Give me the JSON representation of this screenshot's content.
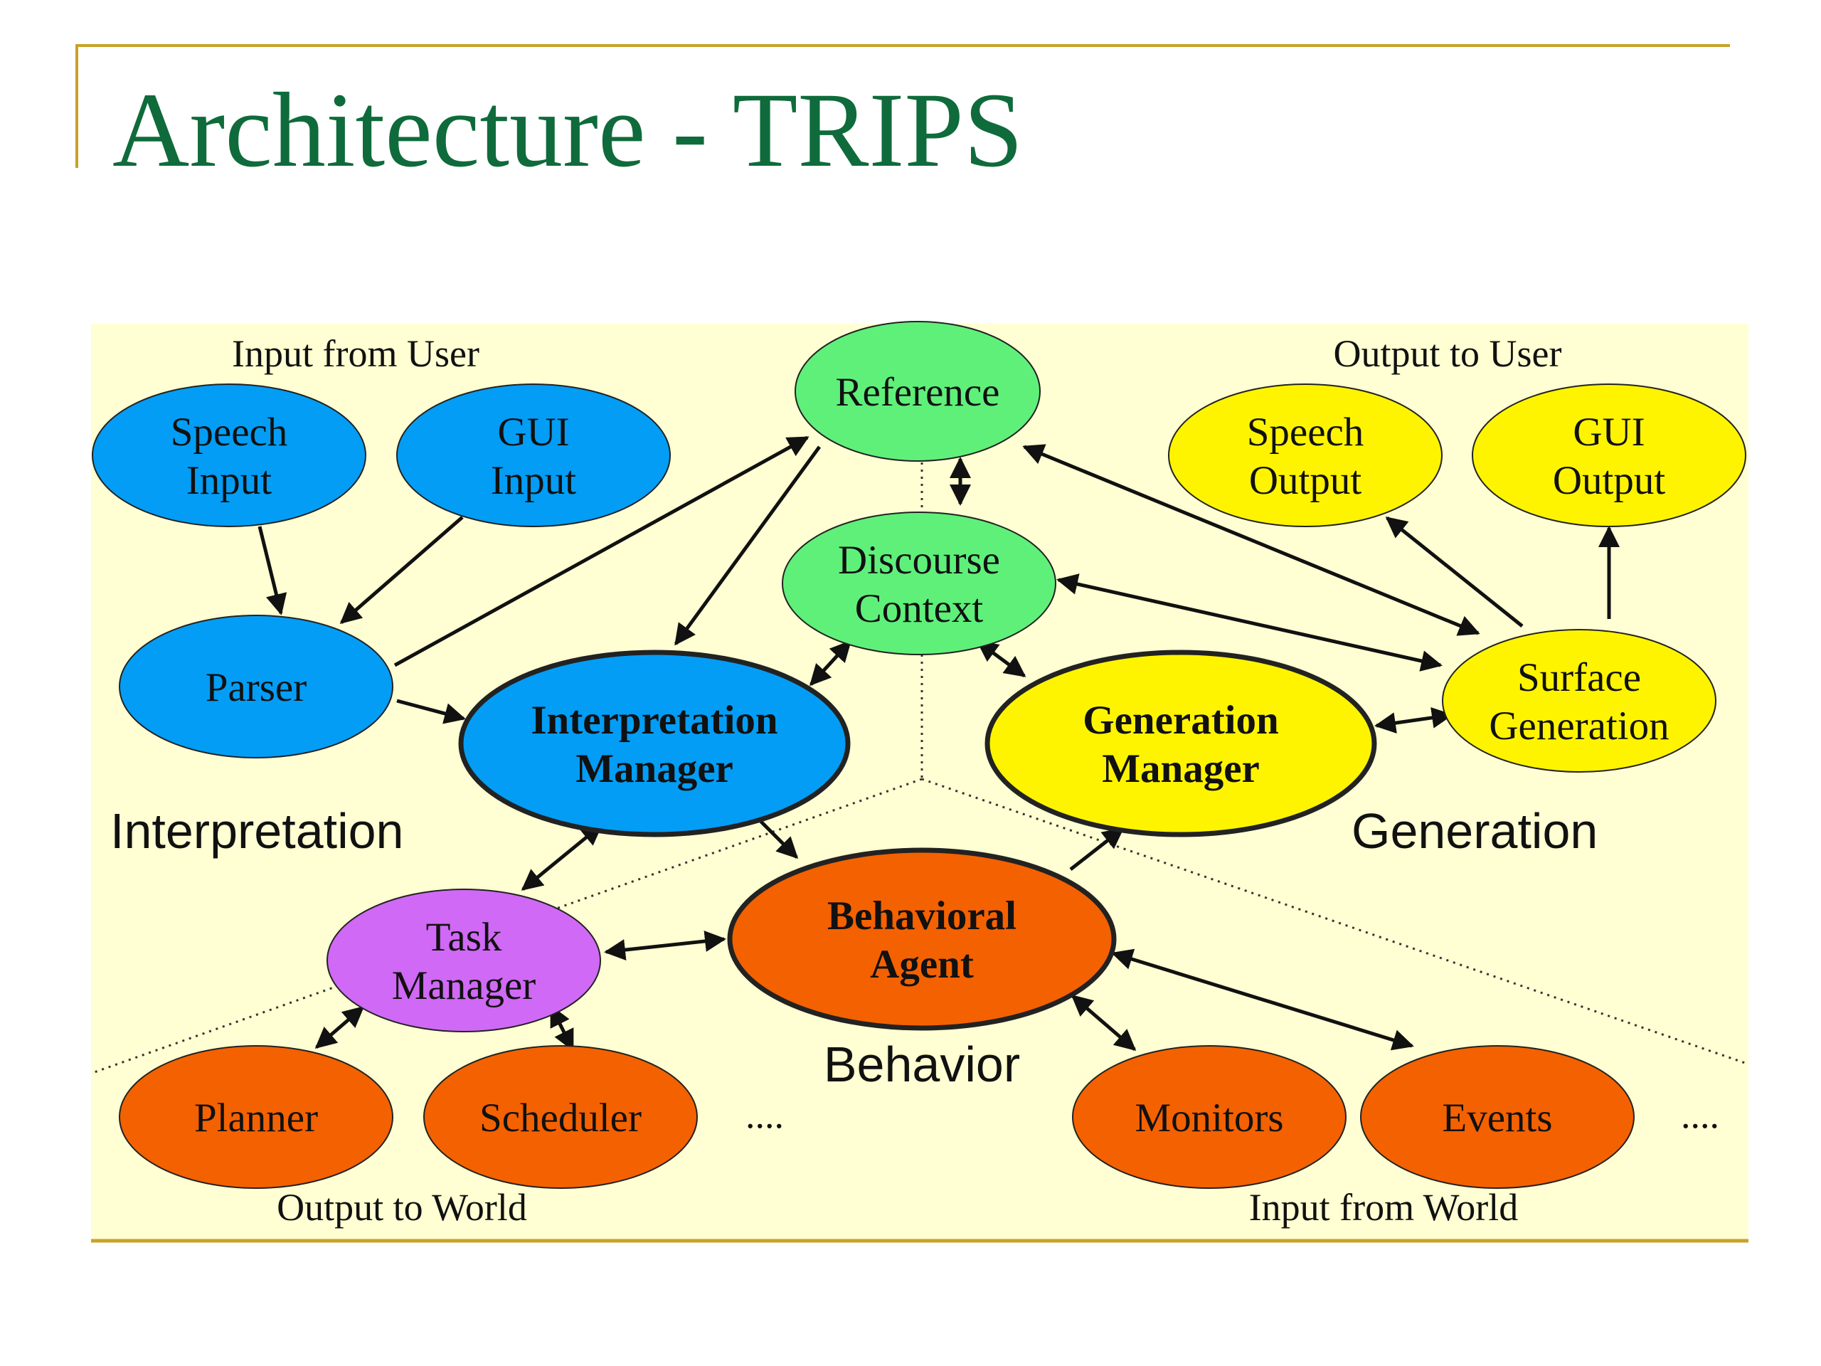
{
  "slide": {
    "title": "Architecture - TRIPS"
  },
  "colors": {
    "panel": "#ffffd3",
    "frame_accent": "#c9a227",
    "title": "#0f6b3b",
    "interpretation_node": "#039df5",
    "reference_node": "#5ff07a",
    "output_node": "#fef400",
    "task_node": "#d069f5",
    "behavior_node": "#f46100"
  },
  "diagram": {
    "group_labels": {
      "input_from_user": "Input from User",
      "output_to_user": "Output to User",
      "output_to_world": "Output to World",
      "input_from_world": "Input from World"
    },
    "regions": {
      "interpretation": "Interpretation",
      "generation": "Generation",
      "behavior": "Behavior"
    },
    "ellipsis": "....",
    "nodes": {
      "speech_input": {
        "lines": [
          "Speech",
          "Input"
        ],
        "color": "#039df5",
        "bold": false
      },
      "gui_input": {
        "lines": [
          "GUI",
          "Input"
        ],
        "color": "#039df5",
        "bold": false
      },
      "parser": {
        "lines": [
          "Parser"
        ],
        "color": "#039df5",
        "bold": false
      },
      "interpretation_mgr": {
        "lines": [
          "Interpretation",
          "Manager"
        ],
        "color": "#039df5",
        "bold": true
      },
      "reference": {
        "lines": [
          "Reference"
        ],
        "color": "#5ff07a",
        "bold": false
      },
      "discourse_context": {
        "lines": [
          "Discourse",
          "Context"
        ],
        "color": "#5ff07a",
        "bold": false
      },
      "speech_output": {
        "lines": [
          "Speech",
          "Output"
        ],
        "color": "#fef400",
        "bold": false
      },
      "gui_output": {
        "lines": [
          "GUI",
          "Output"
        ],
        "color": "#fef400",
        "bold": false
      },
      "surface_generation": {
        "lines": [
          "Surface",
          "Generation"
        ],
        "color": "#fef400",
        "bold": false
      },
      "generation_mgr": {
        "lines": [
          "Generation",
          "Manager"
        ],
        "color": "#fef400",
        "bold": true
      },
      "task_manager": {
        "lines": [
          "Task",
          "Manager"
        ],
        "color": "#d069f5",
        "bold": false
      },
      "behavioral_agent": {
        "lines": [
          "Behavioral",
          "Agent"
        ],
        "color": "#f46100",
        "bold": true
      },
      "planner": {
        "lines": [
          "Planner"
        ],
        "color": "#f46100",
        "bold": false
      },
      "scheduler": {
        "lines": [
          "Scheduler"
        ],
        "color": "#f46100",
        "bold": false
      },
      "monitors": {
        "lines": [
          "Monitors"
        ],
        "color": "#f46100",
        "bold": false
      },
      "events": {
        "lines": [
          "Events"
        ],
        "color": "#f46100",
        "bold": false
      }
    },
    "edges": [
      {
        "from": "speech_input",
        "to": "parser",
        "direction": "forward"
      },
      {
        "from": "gui_input",
        "to": "parser",
        "direction": "forward"
      },
      {
        "from": "parser",
        "to": "reference",
        "direction": "forward"
      },
      {
        "from": "parser",
        "to": "interpretation_mgr",
        "direction": "forward"
      },
      {
        "from": "reference",
        "to": "interpretation_mgr",
        "direction": "forward"
      },
      {
        "from": "reference",
        "to": "discourse_context",
        "direction": "both"
      },
      {
        "from": "surface_generation",
        "to": "reference",
        "direction": "both"
      },
      {
        "from": "discourse_context",
        "to": "interpretation_mgr",
        "direction": "both"
      },
      {
        "from": "discourse_context",
        "to": "generation_mgr",
        "direction": "both"
      },
      {
        "from": "discourse_context",
        "to": "surface_generation",
        "direction": "both"
      },
      {
        "from": "surface_generation",
        "to": "speech_output",
        "direction": "forward"
      },
      {
        "from": "surface_generation",
        "to": "gui_output",
        "direction": "forward"
      },
      {
        "from": "generation_mgr",
        "to": "surface_generation",
        "direction": "both"
      },
      {
        "from": "interpretation_mgr",
        "to": "task_manager",
        "direction": "both"
      },
      {
        "from": "interpretation_mgr",
        "to": "behavioral_agent",
        "direction": "forward"
      },
      {
        "from": "behavioral_agent",
        "to": "generation_mgr",
        "direction": "forward"
      },
      {
        "from": "task_manager",
        "to": "behavioral_agent",
        "direction": "both"
      },
      {
        "from": "task_manager",
        "to": "planner",
        "direction": "both"
      },
      {
        "from": "task_manager",
        "to": "scheduler",
        "direction": "both"
      },
      {
        "from": "behavioral_agent",
        "to": "monitors",
        "direction": "both"
      },
      {
        "from": "behavioral_agent",
        "to": "events",
        "direction": "both"
      }
    ]
  }
}
